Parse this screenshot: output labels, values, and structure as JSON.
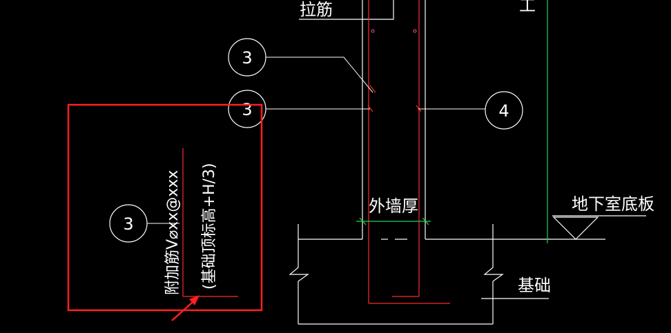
{
  "labels": {
    "tie_bar": "拉筋",
    "wall_thickness": "外墙厚",
    "basement_slab": "地下室底板",
    "foundation": "基础",
    "additional_rebar": "附加筋V⌀xx@xxx",
    "foundation_top_note": "(基础顶标高+H/3)",
    "top_right_fragment": "工"
  },
  "callouts": {
    "upper": "3",
    "middle": "3",
    "right": "4",
    "boxed": "3"
  },
  "colors": {
    "background": "#000000",
    "line": "#ffffff",
    "rebar": "#ff2a2a",
    "dimension": "#22d64a",
    "highlight_box": "#ff2020",
    "marker": "#ff44aa"
  }
}
